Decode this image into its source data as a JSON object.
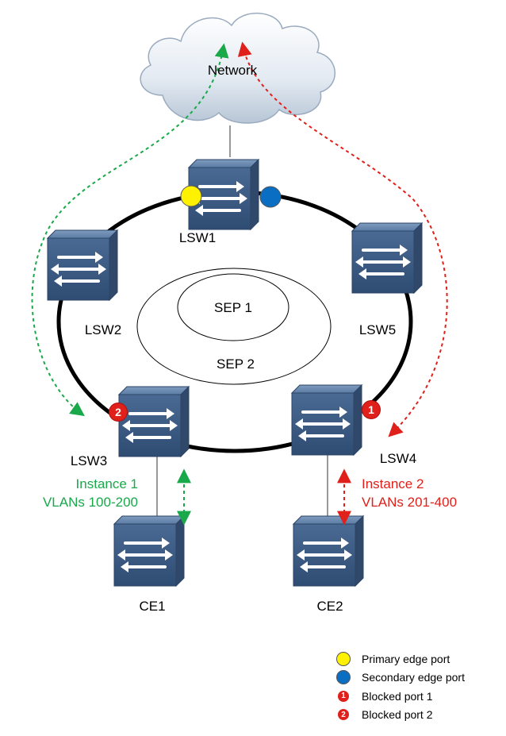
{
  "network_label": "Network",
  "sep_rings": {
    "inner": "SEP 1",
    "outer": "SEP 2"
  },
  "devices": {
    "lsw1": "LSW1",
    "lsw2": "LSW2",
    "lsw3": "LSW3",
    "lsw4": "LSW4",
    "lsw5": "LSW5",
    "ce1": "CE1",
    "ce2": "CE2"
  },
  "instances": {
    "instance1": {
      "line1": "Instance 1",
      "line2": "VLANs 100-200",
      "color": "#19a84a"
    },
    "instance2": {
      "line1": "Instance 2",
      "line2": "VLANs 201-400",
      "color": "#e0201a"
    }
  },
  "colors": {
    "primary_edge": "#fff200",
    "secondary_edge": "#0a6fc2",
    "blocked": "#e0201a",
    "switch_body": "#3d5c84"
  },
  "legend": [
    {
      "icon": "yellow-circle",
      "label": "Primary edge port"
    },
    {
      "icon": "blue-circle",
      "label": "Secondary edge port"
    },
    {
      "icon": "red-number-1",
      "number": "1",
      "label": "Blocked port 1"
    },
    {
      "icon": "red-number-2",
      "number": "2",
      "label": "Blocked port 2"
    }
  ],
  "badges": {
    "lsw3": "2",
    "lsw4": "1"
  }
}
